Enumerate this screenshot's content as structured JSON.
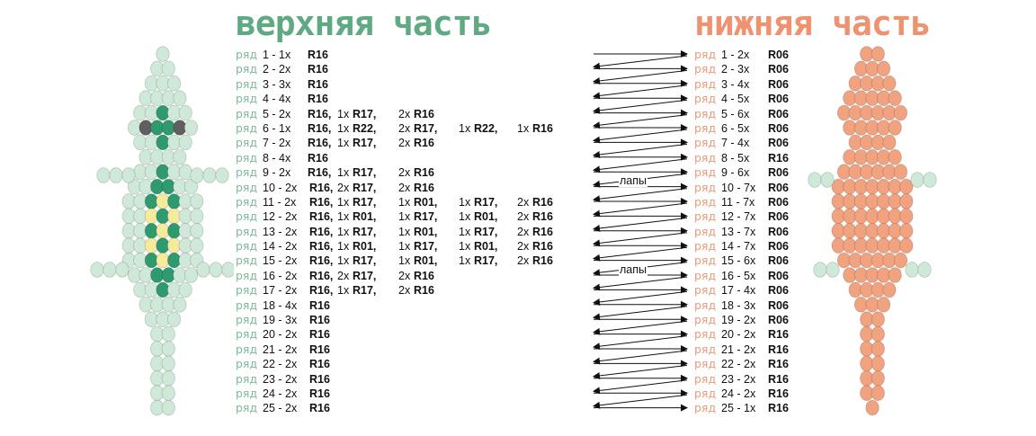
{
  "titles": {
    "top": "верхняя часть",
    "bottom": "нижняя часть"
  },
  "row_word": "ряд",
  "colors": {
    "top_title": "#5faa83",
    "bottom_title": "#ef9270",
    "bead_light_green": "#cfe9d9",
    "bead_dark_green": "#2e9a6e",
    "bead_yellow": "#f4ec9c",
    "bead_gray": "#5f5f5f",
    "bead_orange": "#f1a27f"
  },
  "top_rows": [
    {
      "n": "1 - 1x",
      "items": [
        {
          "c": "",
          "code": "R16"
        }
      ]
    },
    {
      "n": "2 - 2x",
      "items": [
        {
          "c": "",
          "code": "R16"
        }
      ]
    },
    {
      "n": "3 - 3x",
      "items": [
        {
          "c": "",
          "code": "R16"
        }
      ]
    },
    {
      "n": "4 - 4x",
      "items": [
        {
          "c": "",
          "code": "R16"
        }
      ]
    },
    {
      "n": "5 - 2x",
      "items": [
        {
          "c": "",
          "code": "R16,"
        },
        {
          "c": "1x",
          "code": "R17,"
        },
        {
          "c": "2x",
          "code": "R16"
        }
      ]
    },
    {
      "n": "6 - 1x",
      "items": [
        {
          "c": "",
          "code": "R16,"
        },
        {
          "c": "1x",
          "code": "R22,"
        },
        {
          "c": "2x",
          "code": "R17,"
        },
        {
          "c": "1x",
          "code": "R22,"
        },
        {
          "c": "1x",
          "code": "R16"
        }
      ]
    },
    {
      "n": "7 - 2x",
      "items": [
        {
          "c": "",
          "code": "R16,"
        },
        {
          "c": "1x",
          "code": "R17,"
        },
        {
          "c": "2x",
          "code": "R16"
        }
      ]
    },
    {
      "n": "8 - 4x",
      "items": [
        {
          "c": "",
          "code": "R16"
        }
      ]
    },
    {
      "n": "9 - 2x",
      "items": [
        {
          "c": "",
          "code": "R16,"
        },
        {
          "c": "1x",
          "code": "R17,"
        },
        {
          "c": "2x",
          "code": "R16"
        }
      ]
    },
    {
      "n": "10 - 2x",
      "items": [
        {
          "c": "",
          "code": "R16,"
        },
        {
          "c": "2x",
          "code": "R17,"
        },
        {
          "c": "2x",
          "code": "R16"
        }
      ]
    },
    {
      "n": "11 - 2x",
      "items": [
        {
          "c": "",
          "code": "R16,"
        },
        {
          "c": "1x",
          "code": "R17,"
        },
        {
          "c": "1x",
          "code": "R01,"
        },
        {
          "c": "1x",
          "code": "R17,"
        },
        {
          "c": "2x",
          "code": "R16"
        }
      ]
    },
    {
      "n": "12 - 2x",
      "items": [
        {
          "c": "",
          "code": "R16,"
        },
        {
          "c": "1x",
          "code": "R01,"
        },
        {
          "c": "1x",
          "code": "R17,"
        },
        {
          "c": "1x",
          "code": "R01,"
        },
        {
          "c": "2x",
          "code": "R16"
        }
      ]
    },
    {
      "n": "13 - 2x",
      "items": [
        {
          "c": "",
          "code": "R16,"
        },
        {
          "c": "1x",
          "code": "R17,"
        },
        {
          "c": "1x",
          "code": "R01,"
        },
        {
          "c": "1x",
          "code": "R17,"
        },
        {
          "c": "2x",
          "code": "R16"
        }
      ]
    },
    {
      "n": "14 - 2x",
      "items": [
        {
          "c": "",
          "code": "R16,"
        },
        {
          "c": "1x",
          "code": "R01,"
        },
        {
          "c": "1x",
          "code": "R17,"
        },
        {
          "c": "1x",
          "code": "R01,"
        },
        {
          "c": "2x",
          "code": "R16"
        }
      ]
    },
    {
      "n": "15 - 2x",
      "items": [
        {
          "c": "",
          "code": "R16,"
        },
        {
          "c": "1x",
          "code": "R17,"
        },
        {
          "c": "1x",
          "code": "R01,"
        },
        {
          "c": "1x",
          "code": "R17,"
        },
        {
          "c": "2x",
          "code": "R16"
        }
      ]
    },
    {
      "n": "16 - 2x",
      "items": [
        {
          "c": "",
          "code": "R16,"
        },
        {
          "c": "2x",
          "code": "R17,"
        },
        {
          "c": "2x",
          "code": "R16"
        }
      ]
    },
    {
      "n": "17 - 2x",
      "items": [
        {
          "c": "",
          "code": "R16,"
        },
        {
          "c": "1x",
          "code": "R17,"
        },
        {
          "c": "2x",
          "code": "R16"
        }
      ]
    },
    {
      "n": "18 - 4x",
      "items": [
        {
          "c": "",
          "code": "R16"
        }
      ]
    },
    {
      "n": "19 - 3x",
      "items": [
        {
          "c": "",
          "code": "R16"
        }
      ]
    },
    {
      "n": "20 - 2x",
      "items": [
        {
          "c": "",
          "code": "R16"
        }
      ]
    },
    {
      "n": "21 - 2x",
      "items": [
        {
          "c": "",
          "code": "R16"
        }
      ]
    },
    {
      "n": "22 - 2x",
      "items": [
        {
          "c": "",
          "code": "R16"
        }
      ]
    },
    {
      "n": "23 - 2x",
      "items": [
        {
          "c": "",
          "code": "R16"
        }
      ]
    },
    {
      "n": "24 - 2x",
      "items": [
        {
          "c": "",
          "code": "R16"
        }
      ]
    },
    {
      "n": "25 - 2x",
      "items": [
        {
          "c": "",
          "code": "R16"
        }
      ]
    }
  ],
  "bottom_rows": [
    {
      "n": "1 - 2x",
      "code": "R06"
    },
    {
      "n": "2 - 3x",
      "code": "R06"
    },
    {
      "n": "3 - 4x",
      "code": "R06"
    },
    {
      "n": "4 - 5x",
      "code": "R06"
    },
    {
      "n": "5 - 6x",
      "code": "R06"
    },
    {
      "n": "6 - 5x",
      "code": "R06"
    },
    {
      "n": "7 - 4x",
      "code": "R06"
    },
    {
      "n": "8 - 5x",
      "code": "R16"
    },
    {
      "n": "9 - 6x",
      "code": "R06"
    },
    {
      "n": "10 - 7x",
      "code": "R06"
    },
    {
      "n": "11 - 7x",
      "code": "R06"
    },
    {
      "n": "12 - 7x",
      "code": "R06"
    },
    {
      "n": "13 - 7x",
      "code": "R06"
    },
    {
      "n": "14 - 7x",
      "code": "R06"
    },
    {
      "n": "15 - 6x",
      "code": "R06"
    },
    {
      "n": "16 - 5x",
      "code": "R06"
    },
    {
      "n": "17 - 4x",
      "code": "R06"
    },
    {
      "n": "18 - 3x",
      "code": "R06"
    },
    {
      "n": "19 - 2x",
      "code": "R06"
    },
    {
      "n": "20 - 2x",
      "code": "R16"
    },
    {
      "n": "21 - 2x",
      "code": "R16"
    },
    {
      "n": "22 - 2x",
      "code": "R16"
    },
    {
      "n": "23 - 2x",
      "code": "R16"
    },
    {
      "n": "24 - 2x",
      "code": "R16"
    },
    {
      "n": "25 - 1x",
      "code": "R16"
    }
  ],
  "legs_label": "лапы"
}
